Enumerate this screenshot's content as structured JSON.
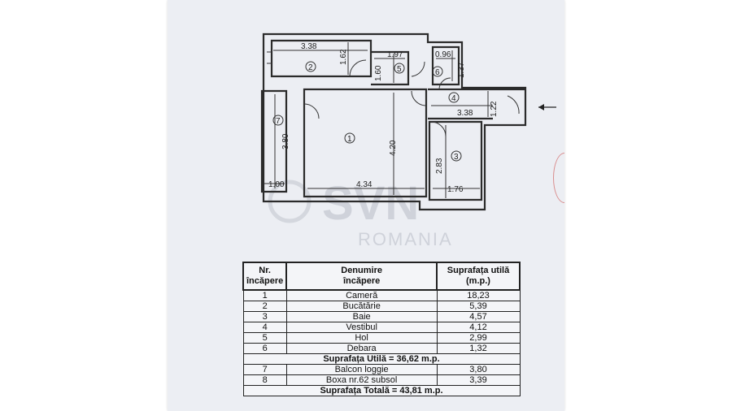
{
  "watermark": {
    "logo": "SVN",
    "sub": "ROMANIA"
  },
  "plan": {
    "rooms": [
      "1",
      "2",
      "3",
      "4",
      "5",
      "6",
      "7"
    ],
    "dims": {
      "d_338_top": "3.38",
      "d_162": "1.62",
      "d_197": "1.97",
      "d_160": "1.60",
      "d_096": "0.96",
      "d_137": "1.37",
      "d_338_right": "3.38",
      "d_122": "1.22",
      "d_380": "3.80",
      "d_420": "4.20",
      "d_283": "2.83",
      "d_100": "1.00",
      "d_434": "4.34",
      "d_176": "1.76"
    },
    "entrance_arrow": "arrow-left-icon"
  },
  "table": {
    "headers": {
      "num": "Nr.\nîncăpere",
      "name": "Denumire\nîncăpere",
      "area": "Suprafața utilă\n(m.p.)"
    },
    "rows": [
      {
        "num": "1",
        "name": "Cameră",
        "area": "18,23"
      },
      {
        "num": "2",
        "name": "Bucătărie",
        "area": "5,39"
      },
      {
        "num": "3",
        "name": "Baie",
        "area": "4,57"
      },
      {
        "num": "4",
        "name": "Vestibul",
        "area": "4,12"
      },
      {
        "num": "5",
        "name": "Hol",
        "area": "2,99"
      },
      {
        "num": "6",
        "name": "Debara",
        "area": "1,32"
      }
    ],
    "useful_total": "Suprafața Utilă = 36,62 m.p.",
    "extra_rows": [
      {
        "num": "7",
        "name": "Balcon loggie",
        "area": "3,80"
      },
      {
        "num": "8",
        "name": "Boxa nr.62 subsol",
        "area": "3,39"
      }
    ],
    "grand_total": "Suprafața Totală = 43,81 m.p."
  }
}
